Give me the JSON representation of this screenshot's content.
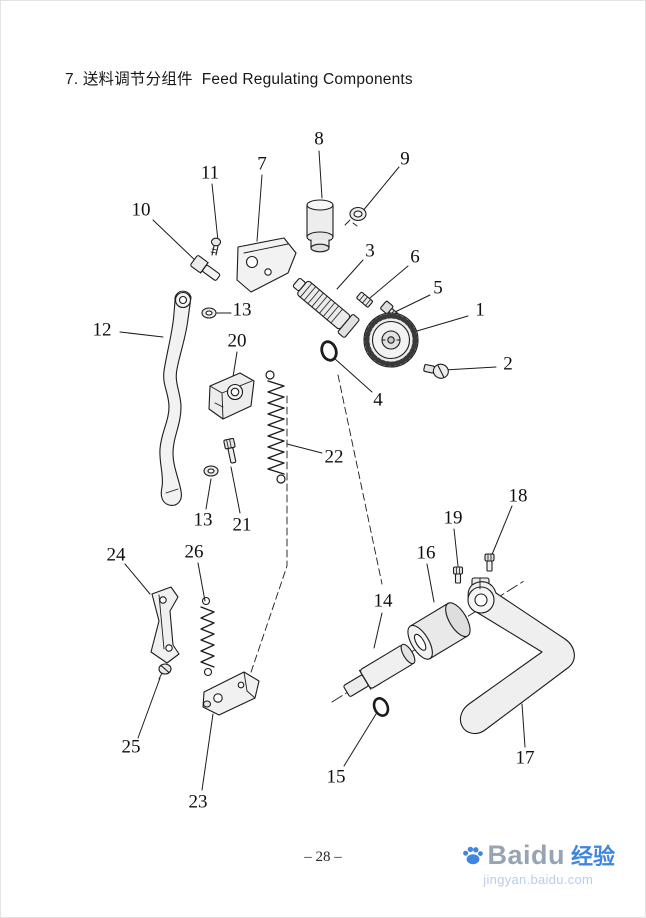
{
  "page": {
    "title": "7. 送料调节分组件  Feed Regulating Components",
    "page_number": "– 28 –"
  },
  "callouts": {
    "p1": "1",
    "p2": "2",
    "p3": "3",
    "p4": "4",
    "p5": "5",
    "p6": "6",
    "p7": "7",
    "p8": "8",
    "p9": "9",
    "p10": "10",
    "p11": "11",
    "p12": "12",
    "p13a": "13",
    "p13b": "13",
    "p14": "14",
    "p15": "15",
    "p16": "16",
    "p17": "17",
    "p18": "18",
    "p19": "19",
    "p20": "20",
    "p21": "21",
    "p22": "22",
    "p23": "23",
    "p24": "24",
    "p25": "25",
    "p26": "26"
  },
  "watermark": {
    "brand": "Baidu",
    "brand_suffix": "经验",
    "url": "jingyan.baidu.com",
    "brand_color": "#97a4b4",
    "accent_color": "#3f86e0",
    "url_color": "#b9cdec"
  }
}
